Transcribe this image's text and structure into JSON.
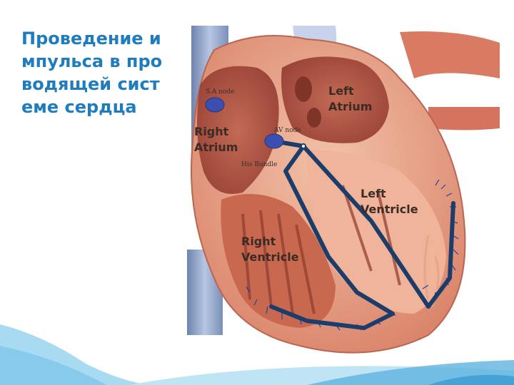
{
  "title": "Проведение импульса в проводящей системе сердца",
  "labels": {
    "sa_node": "S.A node",
    "av_node": "AV node",
    "his_bundle": "His Bundle",
    "left_atrium_1": "Left",
    "left_atrium_2": "Atrium",
    "right_atrium_1": "Right",
    "right_atrium_2": "Atrium",
    "left_ventricle_1": "Left",
    "left_ventricle_2": "Ventricle",
    "right_ventricle_1": "Right",
    "right_ventricle_2": "Ventricle"
  },
  "colors": {
    "title": "#1f7dbd",
    "conduction_path": "#1c3d6a",
    "node_fill": "#3b4fb0",
    "vessel": "#8fa4c8",
    "myocardium": "#d9836d",
    "chamber_interior": "#b4574a",
    "wave_light": "#a8dbf1",
    "wave_dark": "#5fb3de"
  }
}
